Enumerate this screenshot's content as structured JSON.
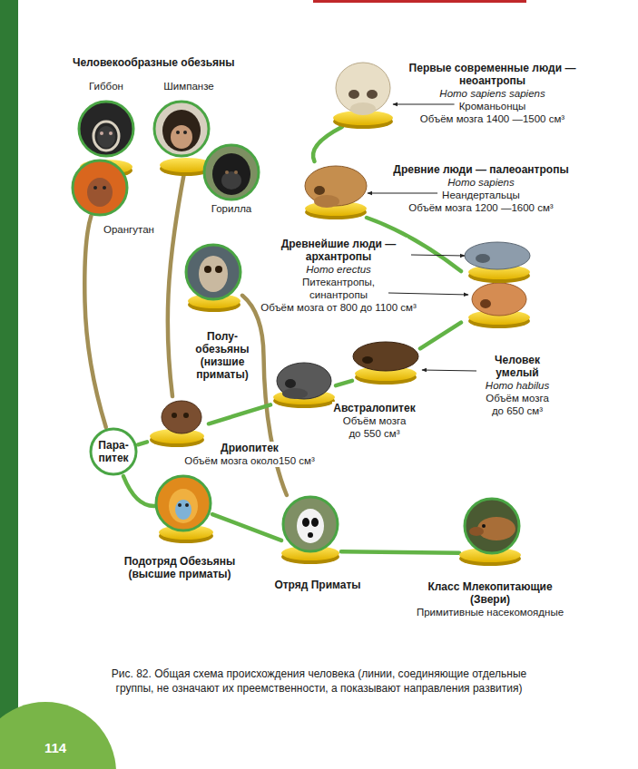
{
  "diagram": {
    "caption": "Рис. 82. Общая схема происхождения человека (линии, соединяющие отдельные группы, не означают их преемственности, а показывают направления развития)",
    "nodes": [
      {
        "text": [
          "Гиббон"
        ]
      },
      {
        "text": [
          "Шимпанзе"
        ]
      },
      {
        "text": [
          "Орангутан"
        ]
      },
      {
        "text": [
          "Горилла"
        ]
      },
      {
        "text": [
          "Первые современные люди — неоантропы",
          "Homo sapiens sapiens",
          "Кроманьонцы",
          "Объём мозга 1400 —1500 см³"
        ]
      },
      {
        "text": [
          "Древние люди — палеоантропы",
          "Homo sapiens",
          "Неандертальцы",
          "Объём мозга 1200 —1600 см³"
        ]
      },
      {
        "text": [
          "Древнейшие люди — архантропы",
          "Homo erectus",
          "Питекантропы, синантропы",
          "Объём мозга от 800 до 1100 см³"
        ]
      },
      {
        "text": [
          "Полу- обезьяны (низшие приматы)"
        ]
      },
      {
        "text": [
          "Человек умелый",
          "Homo habilus",
          "Объём мозга до 650 см³"
        ]
      },
      {
        "text": [
          "Австралопитек",
          "Объём мозга до 550 см³"
        ]
      },
      {
        "text": [
          "Пара- питек"
        ]
      },
      {
        "text": [
          "Дриопитек",
          "Объём мозга около150 см³"
        ]
      },
      {
        "text": [
          "Подотряд Обезьяны (высшие приматы)"
        ]
      },
      {
        "text": [
          "Отряд Приматы"
        ]
      },
      {
        "text": [
          "Класс Млекопитающие (Звери)",
          "Примитивные насекомоядные"
        ]
      }
    ],
    "edges": [
      {
        "from": 14,
        "to": 13,
        "arrow": "none"
      },
      {
        "from": 13,
        "to": 12,
        "arrow": "none"
      },
      {
        "from": 13,
        "to": 7,
        "arrow": "none"
      },
      {
        "from": 12,
        "to": 10,
        "arrow": "none"
      },
      {
        "from": 10,
        "to": 2,
        "arrow": "none"
      },
      {
        "from": 10,
        "to": 11,
        "arrow": "none"
      },
      {
        "from": 11,
        "to": 1,
        "arrow": "none"
      },
      {
        "from": 11,
        "to": 9,
        "arrow": "none"
      },
      {
        "from": 9,
        "to": 8,
        "arrow": "none"
      },
      {
        "from": 8,
        "to": 6,
        "arrow": "none"
      },
      {
        "from": 6,
        "to": 5,
        "arrow": "none"
      },
      {
        "from": 5,
        "to": 4,
        "arrow": "none"
      }
    ],
    "labels": [
      "Человекообразные обезьяны",
      "114"
    ]
  }
}
